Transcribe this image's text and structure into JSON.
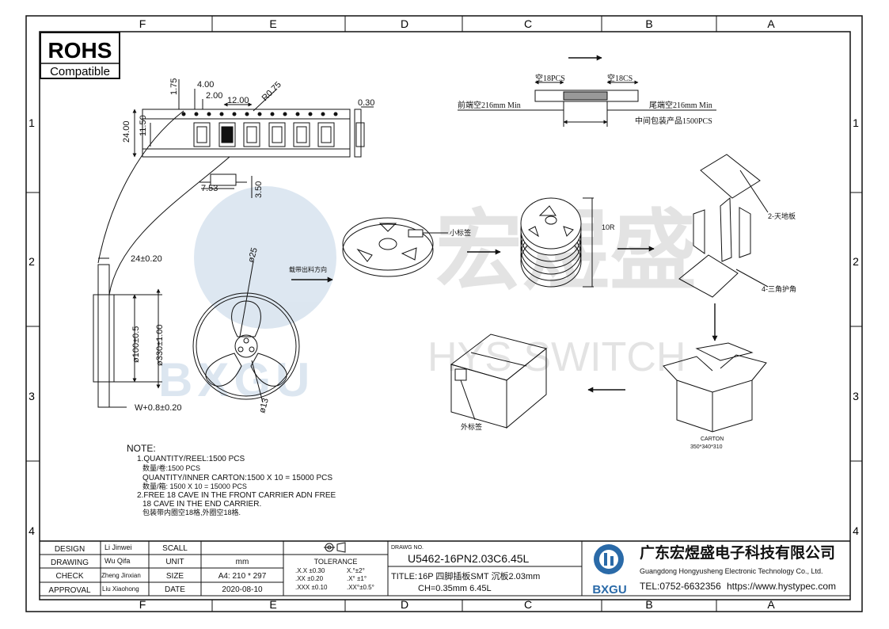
{
  "zones": {
    "cols": [
      "F",
      "E",
      "D",
      "C",
      "B",
      "A"
    ],
    "rows": [
      "1",
      "2",
      "3",
      "4"
    ]
  },
  "rohs": {
    "title": "ROHS",
    "sub": "Compatible"
  },
  "watermark": {
    "cn": "宏煜盛",
    "en": "HYS SWITCH",
    "logo_text": "BXGU"
  },
  "tape": {
    "d_175": "1.75",
    "d_400": "4.00",
    "d_200": "2.00",
    "d_1200": "12.00",
    "d_r075": "R0.75",
    "d_030": "0.30",
    "d_2400": "24.00",
    "d_1150": "11.50",
    "d_753": "7.53",
    "d_350": "3.50"
  },
  "leader": {
    "empty_front": "空18PCS",
    "empty_end": "空18CS",
    "front": "前端空216mm Min",
    "end": "尾端空216mm Min",
    "middle": "中间包装产品1500PCS"
  },
  "reel": {
    "d_w24": "24±0.20",
    "d_hub": "ø100±0.5",
    "d_outer": "ø330±1.00",
    "d_w": "W+0.8±0.20",
    "d_25": "ø25",
    "d_13": "ø13",
    "feed_dir": "载带出料方向"
  },
  "pack": {
    "small_label": "小标签",
    "qty_10r": "10R",
    "tiandiban": "2-天地板",
    "corner": "4-三角护角",
    "carton": "CARTON",
    "carton_size": "350*340*310",
    "outer_label": "外标签"
  },
  "notes": {
    "title": "NOTE:",
    "l1": "1.QUANTITY/REEL:1500 PCS",
    "l2": "数量/卷:1500 PCS",
    "l3": "QUANTITY/INNER CARTON:1500 X 10 = 15000 PCS",
    "l4": "数量/箱: 1500 X 10 = 15000 PCS",
    "l5": "2.FREE 18 CAVE IN THE FRONT CARRIER ADN FREE",
    "l6": "18 CAVE IN THE END CARRIER.",
    "l7": "包装带内圈空18格,外圈空18格."
  },
  "titleblock": {
    "design_lbl": "DESIGN",
    "design_val": "Li Jinwei",
    "drawing_lbl": "DRAWING",
    "drawing_val": "Wu Qifa",
    "check_lbl": "CHECK",
    "check_val": "Zheng Jinxian",
    "approval_lbl": "APPROVAL",
    "approval_val": "Liu Xiaohong",
    "scall_lbl": "SCALL",
    "scall_val": "",
    "unit_lbl": "UNIT",
    "unit_val": "mm",
    "size_lbl": "SIZE",
    "size_val": "A4: 210 * 297",
    "date_lbl": "DATE",
    "date_val": "2020-08-10",
    "tol_title": "TOLERANCE",
    "tol_x1": ".X.X ±0.30",
    "tol_x2": ".XX ±0.20",
    "tol_x3": ".XXX ±0.10",
    "tol_a1": "X.°±2°",
    "tol_a2": ".X° ±1°",
    "tol_a3": ".XX°±0.5°",
    "dwg_no_lbl": "DRAWG NO.",
    "dwg_no": "U5462-16PN2.03C6.45L",
    "title_lbl": "TITLE:",
    "title_l1": "16P 四脚插板SMT 沉板2.03mm",
    "title_l2": "CH=0.35mm 6.45L",
    "company_cn": "广东宏煜盛电子科技有限公司",
    "company_en": "Guangdong Hongyusheng Electronic Technology Co., Ltd.",
    "tel": "TEL:0752-6632356",
    "url": "https://www.hystypec.com",
    "logo_text": "BXGU"
  }
}
